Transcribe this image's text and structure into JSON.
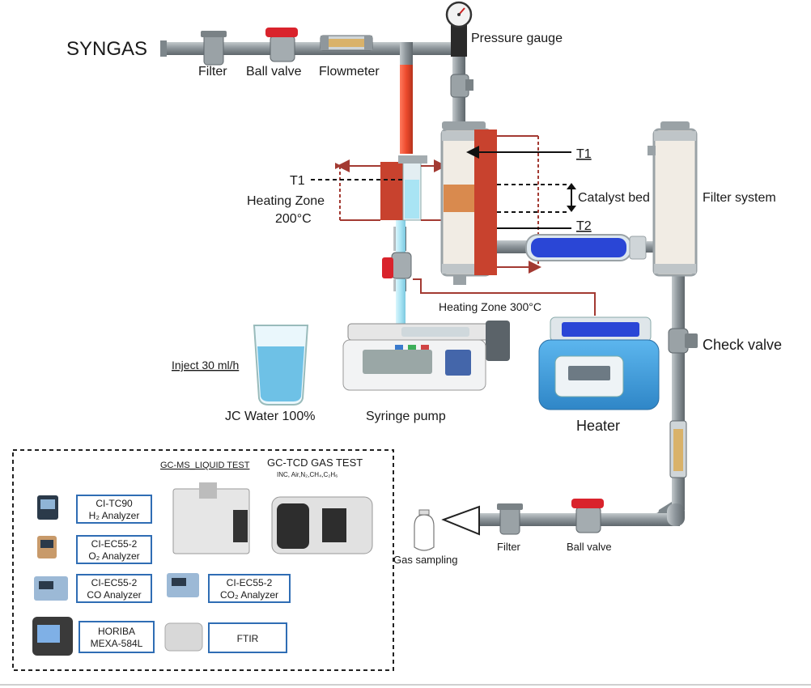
{
  "title": "SYNGAS",
  "components": {
    "filter_top": "Filter",
    "ball_valve_top": "Ball valve",
    "flowmeter": "Flowmeter",
    "pressure_gauge": "Pressure gauge",
    "t1_left": "T1",
    "heating_zone_left": "Heating Zone",
    "heating_zone_left_temp": "200°C",
    "t1_right": "T1",
    "catalyst_bed": "Catalyst bed",
    "t2": "T2",
    "filter_system": "Filter system",
    "heating_zone_right": "Heating Zone 300°C",
    "check_valve": "Check valve",
    "inject": "Inject 30 ml/h",
    "water": "JC Water 100%",
    "syringe_pump": "Syringe pump",
    "heater": "Heater",
    "filter_bottom": "Filter",
    "ball_valve_bottom": "Ball valve",
    "gas_sampling": "Gas sampling"
  },
  "analysis": {
    "gcms": "GC-MS_LIQUID TEST",
    "gctcd": "GC-TCD GAS TEST",
    "gctcd_sub": "INC, Air,N₂,CH₄,C₂H₆",
    "analyzers": [
      {
        "line1": "CI-TC90",
        "line2": "H₂ Analyzer"
      },
      {
        "line1": "CI-EC55-2",
        "line2": "O₂ Analyzer"
      },
      {
        "line1": "CI-EC55-2",
        "line2": "CO Analyzer"
      },
      {
        "line1": "CI-EC55-2",
        "line2": "CO₂ Analyzer"
      },
      {
        "line1": "HORIBA",
        "line2": "MEXA-584L"
      },
      {
        "line1": "FTIR",
        "line2": ""
      }
    ]
  },
  "colors": {
    "pipe": "#8f979c",
    "pipe_dark": "#5f676c",
    "heat_red": "#c8422e",
    "arrow_red": "#a33a32",
    "water": "#a9e4f4",
    "heater_blue": "#3a9ad8",
    "beads": "#1f3fd0",
    "box_blue": "#2f6db4"
  }
}
